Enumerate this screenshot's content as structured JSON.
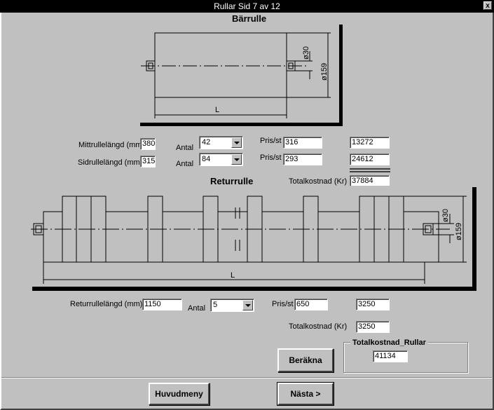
{
  "window": {
    "title": "Rullar Sid 7 av 12",
    "close_label": "x"
  },
  "barrulle": {
    "heading": "Bärrulle",
    "dims": {
      "inner_dia": "ø30",
      "outer_dia": "ø159",
      "length": "L"
    }
  },
  "mittrulle": {
    "label": "Mittrullelängd (mm)",
    "length": "380",
    "antal_label": "Antal",
    "antal": "42",
    "pris_label": "Pris/st",
    "pris": "316",
    "sum": "13272"
  },
  "sidrulle": {
    "label": "Sidrullelängd (mm)",
    "length": "315",
    "antal_label": "Antal",
    "antal": "84",
    "pris_label": "Pris/st",
    "pris": "293",
    "sum": "24612"
  },
  "bar_total": {
    "label": "Totalkostnad (Kr)",
    "value": "37884"
  },
  "returrulle": {
    "heading": "Returrulle",
    "dims": {
      "inner_dia": "ø30",
      "outer_dia": "ø159",
      "length": "L"
    },
    "label": "Returrullelängd (mm)",
    "length": "1150",
    "antal_label": "Antal",
    "antal": "5",
    "pris_label": "Pris/st",
    "pris": "650",
    "sum": "3250",
    "total_label": "Totalkostnad (Kr)",
    "total": "3250"
  },
  "berakna": {
    "label": "Beräkna"
  },
  "total_rullar": {
    "group_label": "Totalkostnad_Rullar",
    "value": "41134"
  },
  "footer": {
    "huvudmeny": "Huvudmeny",
    "nasta": "Nästa >"
  }
}
